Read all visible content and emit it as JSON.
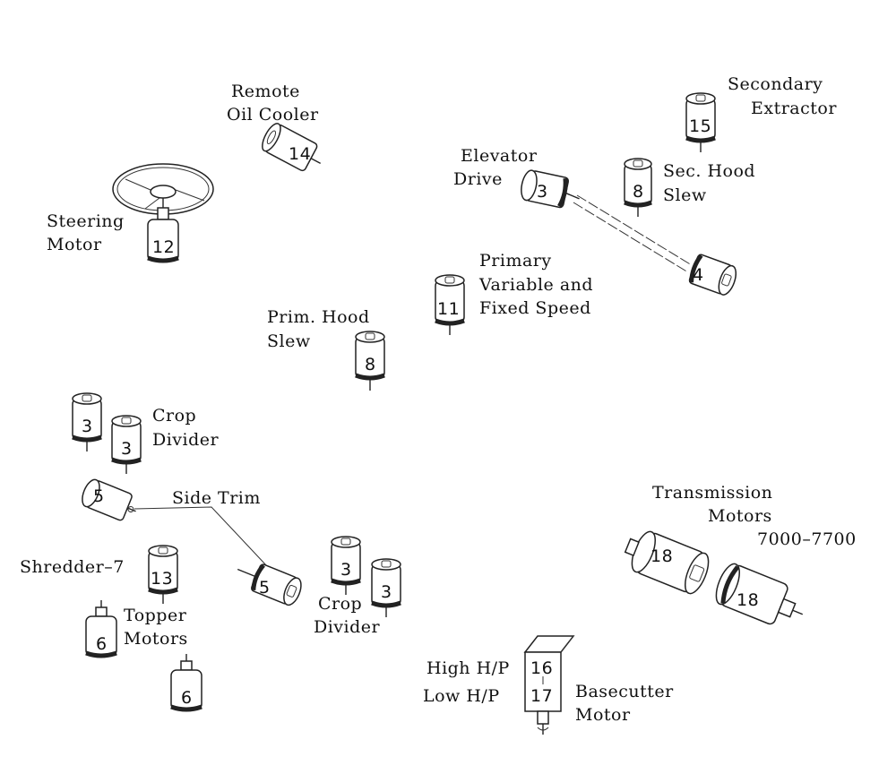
{
  "labels": {
    "remote_oil_cooler": [
      "Remote",
      "Oil Cooler"
    ],
    "secondary_extractor": [
      "Secondary",
      "Extractor"
    ],
    "elevator_drive": [
      "Elevator",
      "Drive"
    ],
    "sec_hood_slew": [
      "Sec. Hood",
      "Slew"
    ],
    "steering_motor": [
      "Steering",
      "Motor"
    ],
    "primary_variable": [
      "Primary",
      "Variable and",
      "Fixed Speed"
    ],
    "prim_hood_slew": [
      "Prim. Hood",
      "Slew"
    ],
    "crop_divider_left": [
      "Crop",
      "Divider"
    ],
    "side_trim": "Side Trim",
    "transmission_motors": [
      "Transmission",
      "Motors",
      "7000–7700"
    ],
    "shredder": "Shredder–7",
    "topper_motors": [
      "Topper",
      "Motors"
    ],
    "crop_divider_right": [
      "Crop",
      "Divider"
    ],
    "high_hp": "High H/P",
    "low_hp": "Low H/P",
    "basecutter_motor": [
      "Basecutter",
      "Motor"
    ]
  },
  "motors": {
    "oil_cooler": "14",
    "secondary_extractor": "15",
    "elevator_upper": "3",
    "elevator_lower": "4",
    "sec_hood_slew": "8",
    "steering": "12",
    "primary": "11",
    "prim_hood_slew": "8",
    "crop_divider_left_a": "3",
    "crop_divider_left_b": "3",
    "side_trim_a": "5",
    "side_trim_b": "5",
    "shredder": "13",
    "topper_a": "6",
    "topper_b": "6",
    "crop_divider_right_a": "3",
    "crop_divider_right_b": "3",
    "transmission_a": "18",
    "transmission_b": "18",
    "basecutter_high": "16",
    "basecutter_low": "17"
  }
}
